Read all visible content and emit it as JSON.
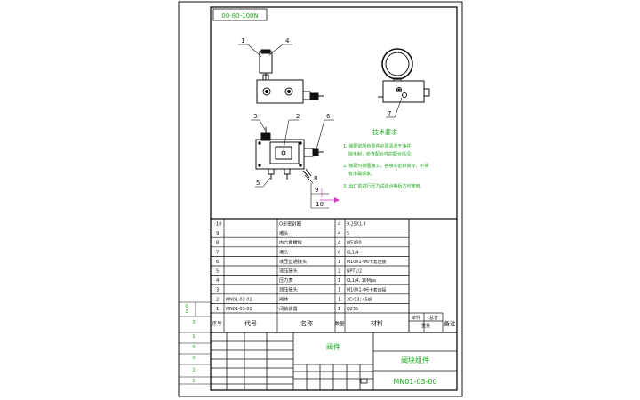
{
  "drawing_code_box": "00-80-100N",
  "balloons": [
    "1",
    "4",
    "3",
    "2",
    "6",
    "5",
    "7",
    "8",
    "9",
    "10"
  ],
  "tech_title": "技术要求",
  "tech_requirements": [
    "1. 装配前所有零件必须清洗干净并",
    "除毛刺，检查配合件的配合情况。",
    "2. 装配时按图施工，各接头密封良好，不得",
    "有渗漏现象。",
    "3. 出厂前进行压力试验合格后方可使用。"
  ],
  "bom_rows": [
    {
      "no": "10",
      "code": "",
      "name": "O形密封圈",
      "qty": "4",
      "mat": "9.25X1.8"
    },
    {
      "no": "9",
      "code": "",
      "name": "堵头",
      "qty": "4",
      "mat": "5"
    },
    {
      "no": "8",
      "code": "",
      "name": "内六角螺栓",
      "qty": "4",
      "mat": "M5X30"
    },
    {
      "no": "7",
      "code": "",
      "name": "堵头",
      "qty": "6",
      "mat": "KL1/4"
    },
    {
      "no": "6",
      "code": "",
      "name": "液压直通接头",
      "qty": "1",
      "mat": "M10X1-Φ6卡套连接"
    },
    {
      "no": "5",
      "code": "",
      "name": "液压接头",
      "qty": "2",
      "mat": "NPT1/2"
    },
    {
      "no": "4",
      "code": "",
      "name": "压力表",
      "qty": "1",
      "mat": "KL1/4, 10Mpa"
    },
    {
      "no": "3",
      "code": "",
      "name": "测压接头",
      "qty": "1",
      "mat": "M10X1-Φ6卡套连接"
    },
    {
      "no": "2",
      "code": "MN01-03-02",
      "name": "阀体",
      "qty": "1",
      "mat": "2Cr13; 45钢"
    },
    {
      "no": "1",
      "code": "MN01-03-01",
      "name": "闭锁装置",
      "qty": "1",
      "mat": "Q235"
    }
  ],
  "bom_header": {
    "no": "序号",
    "code": "代号",
    "name": "名称",
    "qty": "数量",
    "mat": "材料",
    "unit_w": "单件",
    "total_w": "总计",
    "weight": "重量",
    "remark": "备注"
  },
  "title_block": {
    "part_name": "阀件",
    "assembly_name": "阀块组件",
    "drawing_no": "MN01-03-00"
  },
  "left_margin_marks": [
    "0",
    "2",
    "3",
    "1",
    "0",
    "0",
    "2",
    "1"
  ]
}
